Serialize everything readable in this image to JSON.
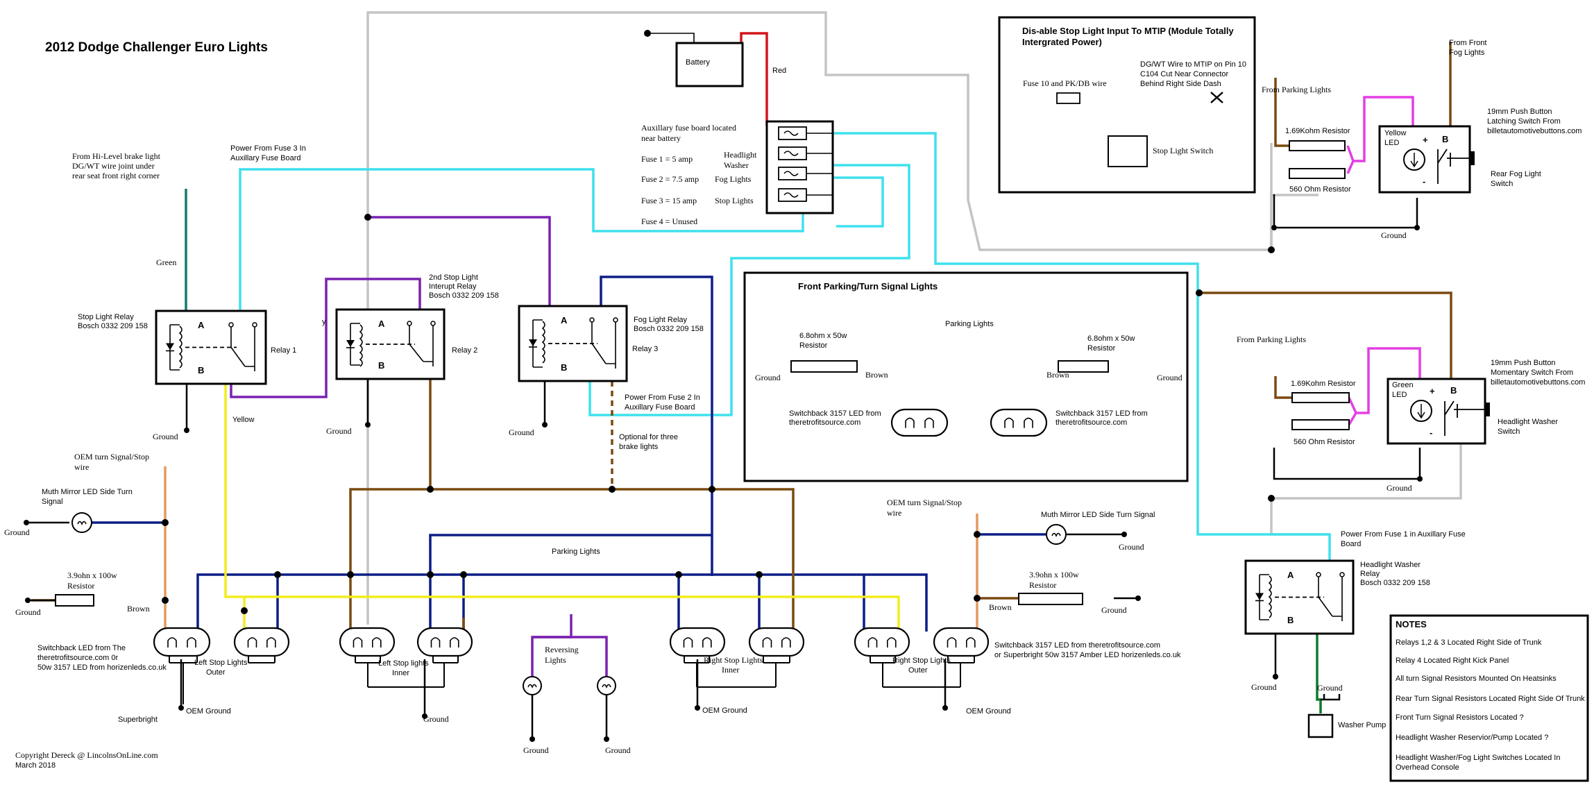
{
  "title": "2012 Dodge Challenger Euro Lights",
  "copyright": [
    "Copyright Dereck @ LincolnsOnLine.com",
    "March 2018"
  ],
  "wire_colors": {
    "grey": "#c4c4c4",
    "red": "#d4141b",
    "cyan": "#3ee0ee",
    "purple": "#7a22b0",
    "blue": "#0c1d86",
    "brown": "#7a4a10",
    "yellow": "#f2ec1d",
    "green": "#0e7a2e",
    "orange": "#e49a5c",
    "magenta": "#e43ee4",
    "teal": "#157a6a",
    "black": "#000000"
  },
  "battery": {
    "label": "Battery",
    "wire_label": "Red"
  },
  "fuse_board": {
    "lines": [
      "Auxillary fuse board located",
      "near battery"
    ],
    "fuses": [
      "Fuse 1 = 5 amp",
      "Fuse 2 = 7.5 amp",
      "Fuse 3 = 15 amp",
      "Fuse 4 = Unused"
    ],
    "fuse_targets": [
      "Headlight",
      "Washer",
      "Fog Lights",
      "Stop Lights"
    ]
  },
  "mtip_box": {
    "title": [
      "Dis-able Stop Light Input To MTIP (Module Totally",
      "Intergrated Power)"
    ],
    "fuse_label": "Fuse 10 and PK/DB wire",
    "note": [
      "DG/WT Wire to MTIP on Pin 10",
      "C104 Cut Near Connector",
      "Behind Right Side Dash"
    ],
    "switch_label": "Stop Light Switch"
  },
  "front_box": {
    "title": "Front Parking/Turn Signal Lights",
    "parking": "Parking Lights",
    "resistor_left": [
      "6.8ohm x 50w",
      "Resistor"
    ],
    "resistor_right": [
      "6.8ohm x 50w",
      "Resistor"
    ],
    "ground": "Ground",
    "brown": "Brown",
    "led_left": [
      "Switchback 3157 LED from",
      "theretrofitsource.com"
    ],
    "led_right": [
      "Switchback 3157 LED from",
      "theretrofitsource.com"
    ]
  },
  "relays": {
    "relay1": {
      "name": "Relay 1",
      "desc": [
        "Stop Light Relay",
        "Bosch 0332 209 158"
      ]
    },
    "relay2": {
      "name": "Relay 2",
      "desc": [
        "2nd Stop Light",
        "Interupt Relay",
        "Bosch 0332 209 158"
      ]
    },
    "relay3": {
      "name": "Relay 3",
      "desc": [
        "Fog Light Relay",
        "Bosch 0332 209 158"
      ]
    },
    "relay4": {
      "desc": [
        "Headlight Washer",
        "Relay",
        "Bosch 0332 209 158"
      ]
    },
    "pin_a": "A",
    "pin_b": "B"
  },
  "labels": {
    "hi_level": [
      "From Hi-Level brake light",
      "DG/WT wire joint under",
      "rear seat front right corner"
    ],
    "green": "Green",
    "power_fuse3": [
      "Power From Fuse 3 In",
      "Auxillary Fuse Board"
    ],
    "power_fuse2": [
      "Power From Fuse 2 In",
      "Auxillary Fuse Board"
    ],
    "power_fuse1": [
      "Power From Fuse 1 in Auxillary Fuse",
      "Board"
    ],
    "yellow": "Yellow",
    "y": "y",
    "optional": [
      "Optional for three",
      "brake lights"
    ],
    "ground": "Ground",
    "oem_turn_left": [
      "OEM turn Signal/Stop",
      "wire"
    ],
    "oem_turn_right": [
      "OEM turn Signal/Stop",
      "wire"
    ],
    "mirror_left": [
      "Muth Mirror LED Side Turn",
      "Signal"
    ],
    "mirror_right": "Muth Mirror LED Side Turn Signal",
    "resistor_rear": [
      "3.9ohn x 100w",
      "Resistor"
    ],
    "brown": "Brown",
    "parking_lights": "Parking Lights",
    "switchback_left": [
      "Switchback LED from The",
      "theretrofitsource.com 0r",
      "50w 3157 LED from  horizenleds.co.uk"
    ],
    "switchback_right": [
      "Switchback 3157 LED from theretrofitsource.com",
      "or Superbright 50w 3157 Amber LED horizenleds.co.uk"
    ],
    "superbright": "Superbright",
    "oem_ground": "OEM Ground",
    "left_outer": [
      "Left Stop Lights",
      "Outer"
    ],
    "left_inner": [
      "Left Stop lights",
      "Inner"
    ],
    "right_inner": [
      "Right Stop Lights",
      "Inner"
    ],
    "right_outer": [
      "Right Stop Lights",
      "Outer"
    ],
    "reversing": [
      "Reversing",
      "Lights"
    ],
    "from_front_fog": [
      "From Front",
      "Fog Lights"
    ],
    "from_parking": "From Parking Lights",
    "res_169": "1.69Kohm Resistor",
    "res_560": "560 Ohm Resistor",
    "yellow_led": [
      "Yellow",
      "LED"
    ],
    "green_led": [
      "Green",
      "LED"
    ],
    "fog_switch": [
      "19mm Push Button",
      "Latching Switch From",
      "billetautomotivebuttons.com"
    ],
    "fog_switch_name": [
      "Rear Fog Light",
      "Switch"
    ],
    "washer_switch": [
      "19mm Push Button",
      "Momentary Switch From",
      "billetautomotivebuttons.com"
    ],
    "washer_switch_name": [
      "Headlight Washer",
      "Switch"
    ],
    "washer_pump": "Washer Pump",
    "plus": "+",
    "minus": "-"
  },
  "notes": {
    "title": "NOTES",
    "items": [
      "Relays 1,2 & 3 Located Right Side of Trunk",
      "Relay 4 Located Right Kick Panel",
      "All turn Signal Resistors Mounted On Heatsinks",
      "Rear Turn Signal Resistors Located Right Side Of Trunk",
      "Front Turn Signal Resistors Located ?",
      "Headlight Washer Reservior/Pump Located ?",
      "Headlight Washer/Fog Light Switches Located In",
      "Overhead Console"
    ]
  }
}
